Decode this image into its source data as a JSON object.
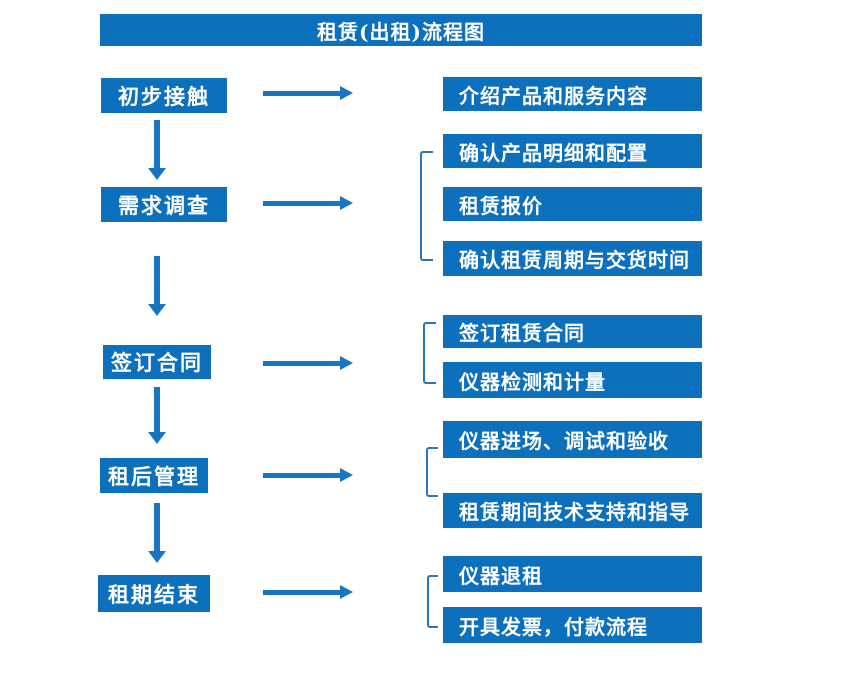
{
  "title": "租赁(出租)流程图",
  "colors": {
    "box_blue": "#0d70bd",
    "arrow_blue": "#1a74c4",
    "bracket_blue": "#2e75b6",
    "text": "#ffffff",
    "background": "#ffffff"
  },
  "steps": [
    {
      "label": "初步接触",
      "children": [
        "介绍产品和服务内容"
      ]
    },
    {
      "label": "需求调查",
      "children": [
        "确认产品明细和配置",
        "租赁报价",
        "确认租赁周期与交货时间"
      ]
    },
    {
      "label": "签订合同",
      "children": [
        "签订租赁合同",
        "仪器检测和计量"
      ]
    },
    {
      "label": "租后管理",
      "children": [
        "仪器进场、调试和验收",
        "租赁期间技术支持和指导"
      ]
    },
    {
      "label": "租期结束",
      "children": [
        "仪器退租",
        "开具发票，付款流程"
      ]
    }
  ]
}
